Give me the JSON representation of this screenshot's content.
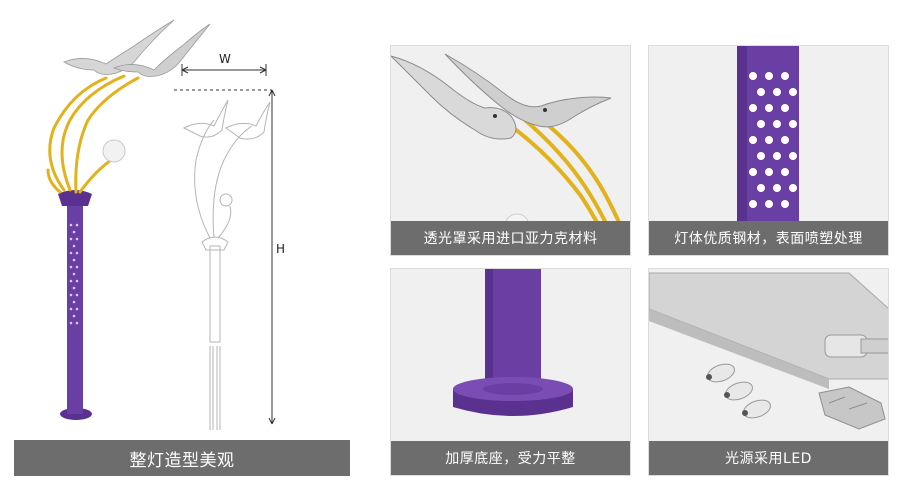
{
  "main": {
    "caption": "整灯造型美观",
    "dim_width": "W",
    "dim_height": "H"
  },
  "details": [
    {
      "caption": "透光罩采用进口亚力克材料"
    },
    {
      "caption": "灯体优质钢材，表面喷塑处理"
    },
    {
      "caption": "加厚底座，受力平整"
    },
    {
      "caption": "光源采用LED"
    }
  ],
  "colors": {
    "pole_purple": "#6a3fa3",
    "arm_gold": "#e2b21c",
    "caption_bg": "#6d6d6d"
  }
}
